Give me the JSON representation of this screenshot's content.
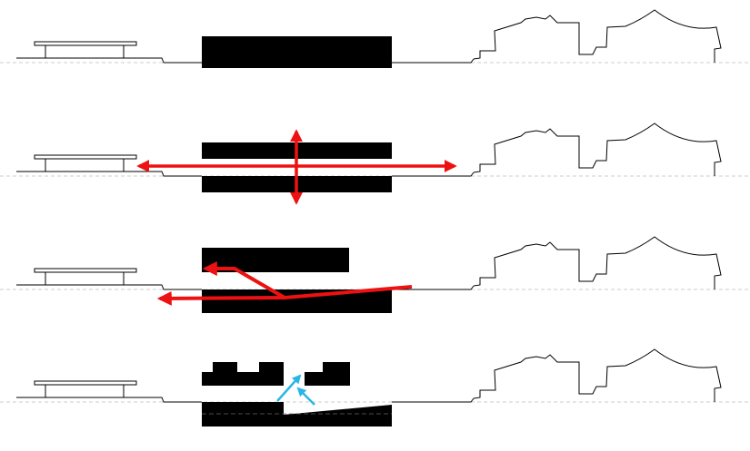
{
  "diagram": {
    "panel_count": 4,
    "colors": {
      "background": "#ffffff",
      "massing": "#000000",
      "outline": "#000000",
      "ground_dashed": "#cccccc",
      "movement_arrows": "#ee1111",
      "light_arrows": "#29b6e6"
    },
    "panels": [
      {
        "id": "panel-1",
        "stage": "single-block",
        "arrows": "none"
      },
      {
        "id": "panel-2",
        "stage": "split-block",
        "arrows": "horizontal-and-vertical-double-arrow"
      },
      {
        "id": "panel-3",
        "stage": "shifted-blocks",
        "arrows": "circulation-path"
      },
      {
        "id": "panel-4",
        "stage": "carved-blocks",
        "arrows": "light-penetration"
      }
    ]
  }
}
